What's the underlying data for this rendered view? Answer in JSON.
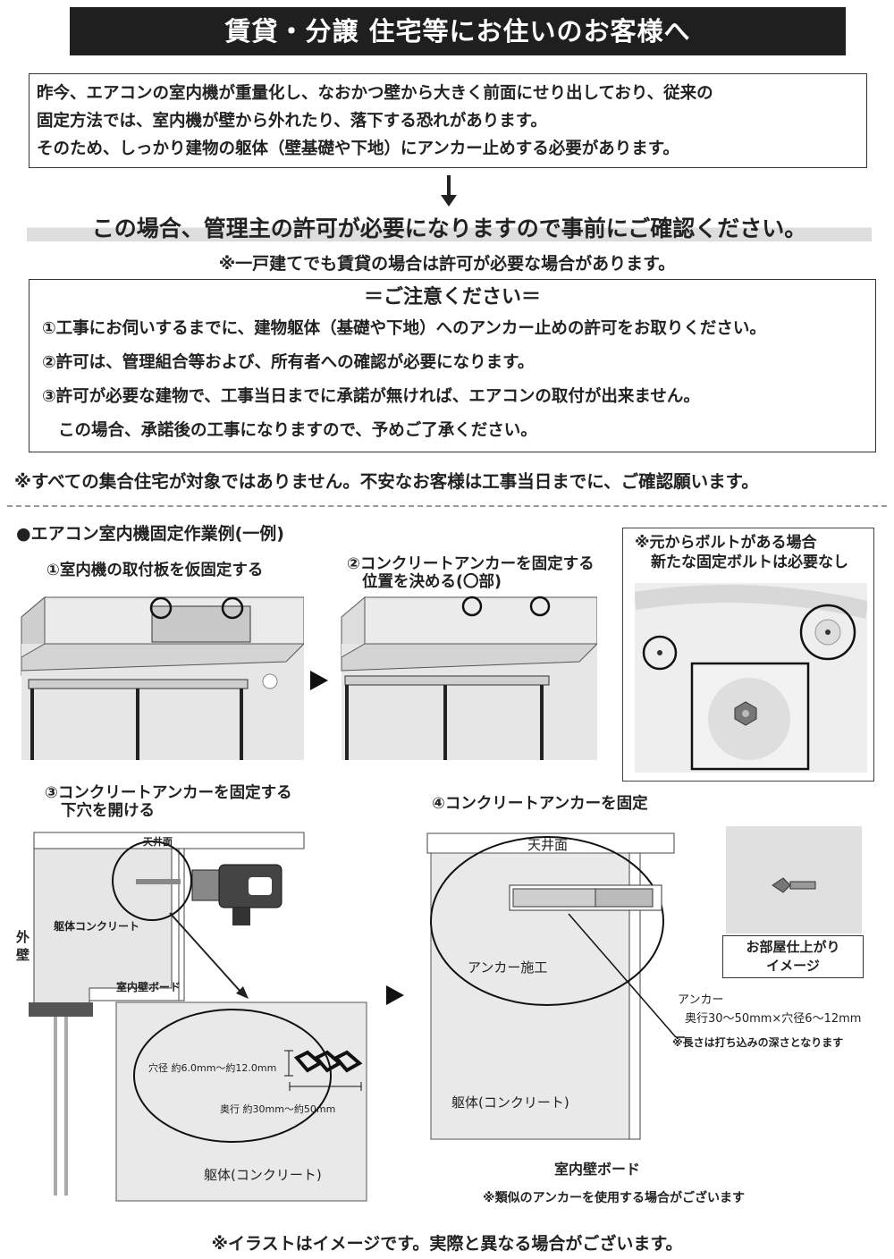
{
  "banner": {
    "title": "賃貸・分譲 住宅等にお住いのお客様へ"
  },
  "intro": {
    "lines": [
      "昨今、エアコンの室内機が重量化し、なおかつ壁から大きく前面にせり出しており、従来の",
      "固定方法では、室内機が壁から外れたり、落下する恐れがあります。",
      "そのため、しっかり建物の躯体（壁基礎や下地）にアンカー止めする必要があります。"
    ]
  },
  "requirement": "この場合、管理主の許可が必要になりますので事前にご確認ください。",
  "subnote": "※一戸建てでも賃貸の場合は許可が必要な場合があります。",
  "caution": {
    "title": "＝ご注意ください＝",
    "items": [
      "①工事にお伺いするまでに、建物躯体（基礎や下地）へのアンカー止めの許可をお取りください。",
      "②許可は、管理組合等および、所有者への確認が必要になります。",
      "③許可が必要な建物で、工事当日までに承諾が無ければ、エアコンの取付が出来ません。",
      "この場合、承諾後の工事になりますので、予めご了承ください。"
    ]
  },
  "all_note": "※すべての集合住宅が対象ではありません。不安なお客様は工事当日までに、ご確認願います。",
  "section_heading": "●エアコン室内機固定作業例(一例)",
  "steps": {
    "step1": "①室内機の取付板を仮固定する",
    "step2_line1": "②コンクリートアンカーを固定する",
    "step2_line2": "位置を決める(〇部)",
    "bolt_line1": "※元からボルトがある場合",
    "bolt_line2": "新たな固定ボルトは必要なし",
    "step3_line1": "③コンクリートアンカーを固定する",
    "step3_line2": "下穴を開ける",
    "step4": "④コンクリートアンカーを固定"
  },
  "diagram3": {
    "ceiling": "天井面",
    "outer_wall": "外壁",
    "body_concrete": "躯体コンクリート",
    "wall_board": "室内壁ボード",
    "hole_diameter": "穴径 約6.0mm～約12.0mm",
    "hole_depth": "奥行 約30mm～約50mm",
    "concrete": "躯体(コンクリート)"
  },
  "diagram4": {
    "ceiling": "天井面",
    "anchor_work": "アンカー施工",
    "concrete": "躯体(コンクリート)",
    "wall_board": "室内壁ボード",
    "anchor_title": "アンカー",
    "anchor_spec": "奥行30～50mm×穴径6～12mm",
    "anchor_note": "※長さは打ち込みの深さとなります",
    "room_finish_line1": "お部屋仕上がり",
    "room_finish_line2": "イメージ",
    "similar_note": "※類似のアンカーを使用する場合がございます"
  },
  "footer": "※イラストはイメージです。実際と異なる場合がございます。",
  "colors": {
    "banner_bg": "#1f1f1f",
    "panel": "#e9e9e9",
    "border": "#333333"
  }
}
